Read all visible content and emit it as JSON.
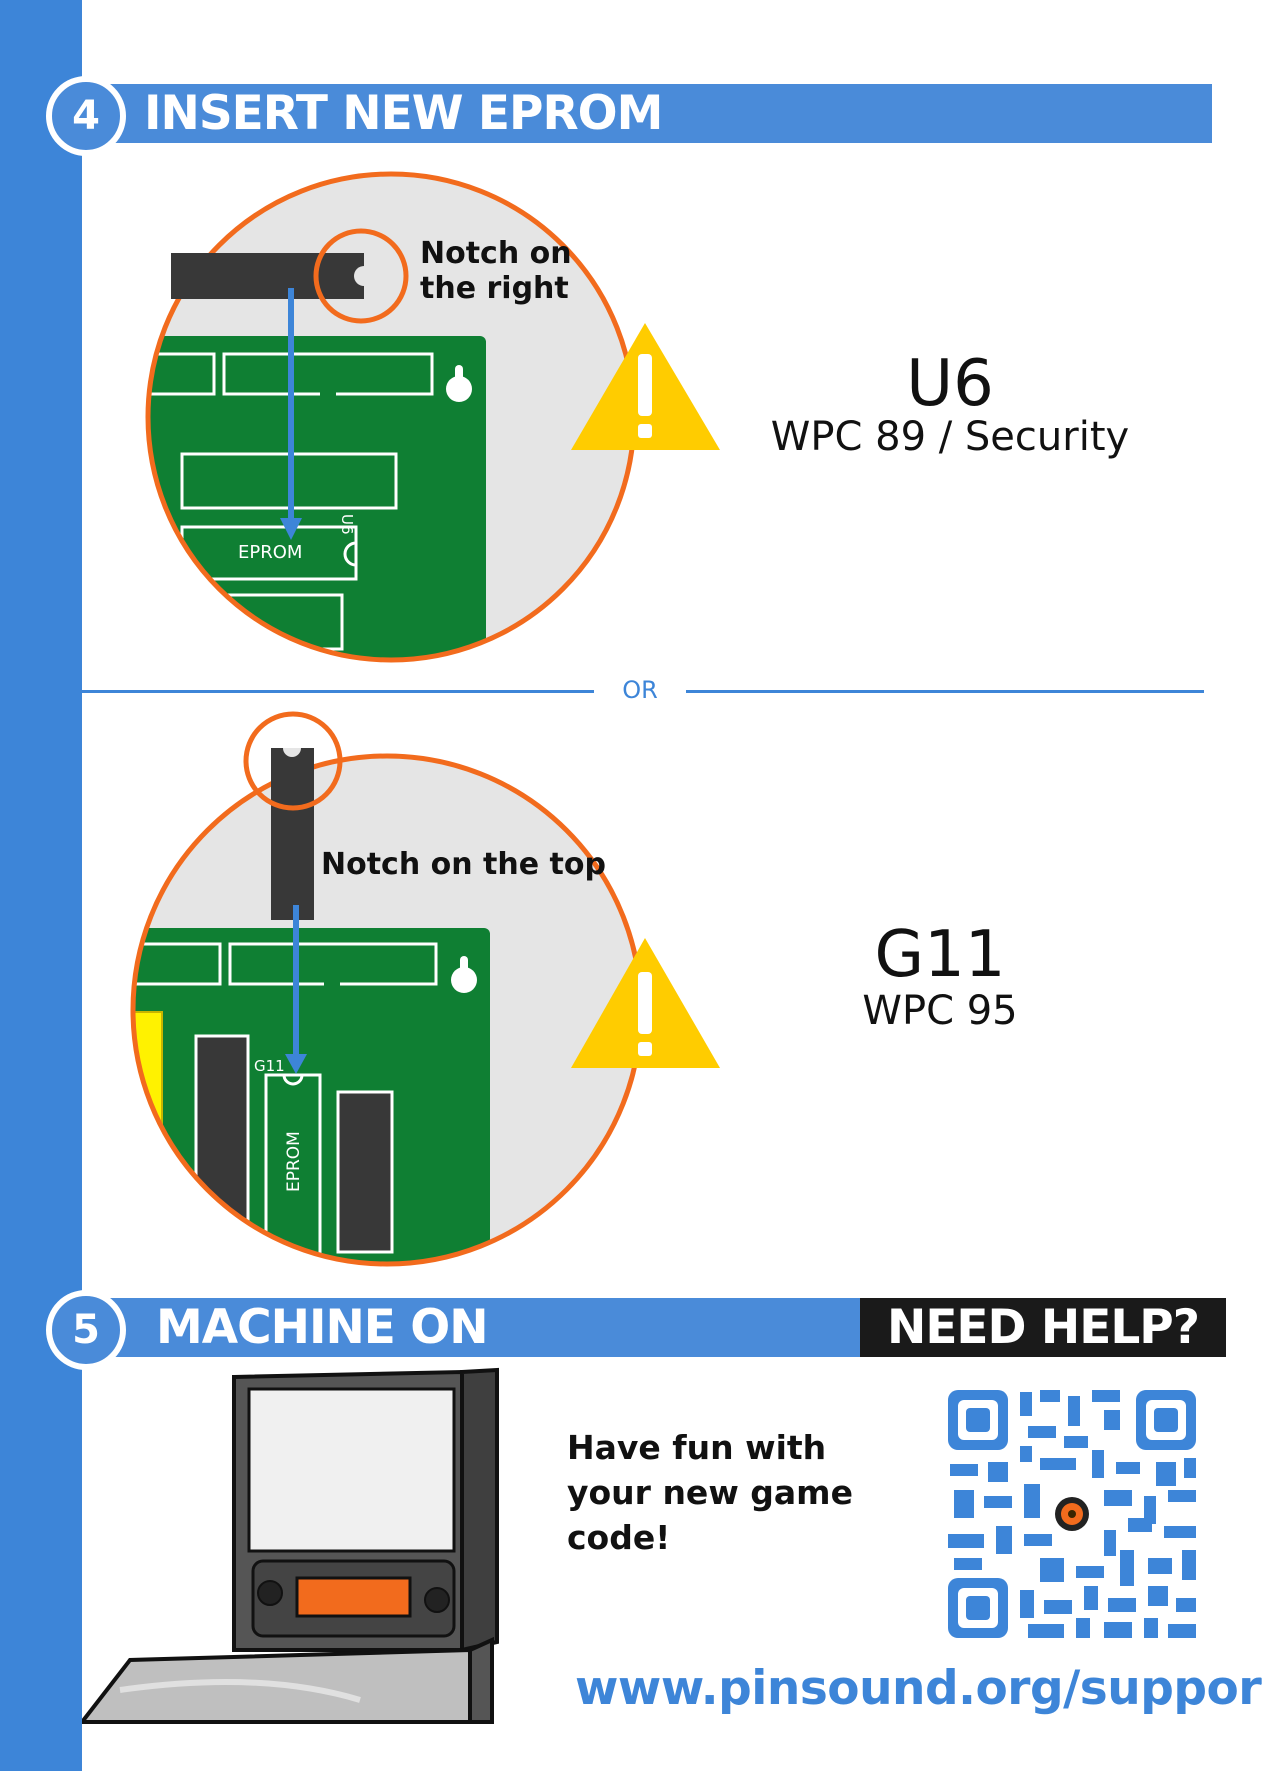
{
  "step4": {
    "number": "4",
    "title": "INSERT NEW EPROM"
  },
  "option_a": {
    "notch_line1": "Notch on",
    "notch_line2": "the right",
    "chip_label": "EPROM",
    "socket_label": "U6",
    "location": "U6",
    "board": "WPC 89 / Security"
  },
  "divider": {
    "label": "OR"
  },
  "option_b": {
    "notch_label": "Notch on the top",
    "chip_label": "EPROM",
    "socket_label": "G11",
    "location": "G11",
    "board": "WPC 95"
  },
  "step5": {
    "number": "5",
    "title": "MACHINE ON"
  },
  "help": {
    "title": "NEED HELP?",
    "message_line1": "Have fun with",
    "message_line2": "your new game",
    "message_line3": "code!",
    "url": "www.pinsound.org/support"
  },
  "colors": {
    "accent_blue": "#3d85d8",
    "highlight_orange": "#f26b1d",
    "warning_yellow": "#ffcc00",
    "board_green": "#0f7f33",
    "chip_dark": "#383838"
  },
  "icons": [
    "warning-icon",
    "keyhole-icon",
    "speaker-icon",
    "qr-code-icon",
    "pinball-machine-icon"
  ]
}
